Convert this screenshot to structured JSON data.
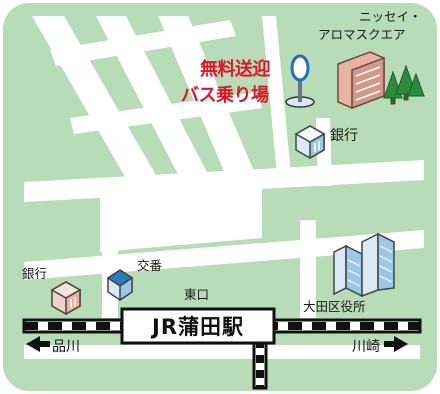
{
  "map": {
    "colors": {
      "background": "#b8dcb8",
      "road": "#ffffff",
      "rail": "#111111",
      "pickup_text": "#d7192a",
      "building_blue": "#9cc7e6",
      "building_pink": "#e8b3a3"
    },
    "station": {
      "name": "JR蒲田駅",
      "exit": "東口"
    },
    "pickup": {
      "line1": "無料送迎",
      "line2": "バス乗り場"
    },
    "landmarks": {
      "aroma_square_line1": "ニッセイ・",
      "aroma_square_line2": "アロマスクエア",
      "bank_east": "銀行",
      "bank_west": "銀行",
      "police_box": "交番",
      "ward_office": "大田区役所"
    },
    "directions": {
      "left": "品川",
      "right": "川崎"
    },
    "icons": [
      "bus-stop-sign-icon",
      "building-icon",
      "tree-icon",
      "arrow-left-icon",
      "arrow-right-icon"
    ]
  }
}
